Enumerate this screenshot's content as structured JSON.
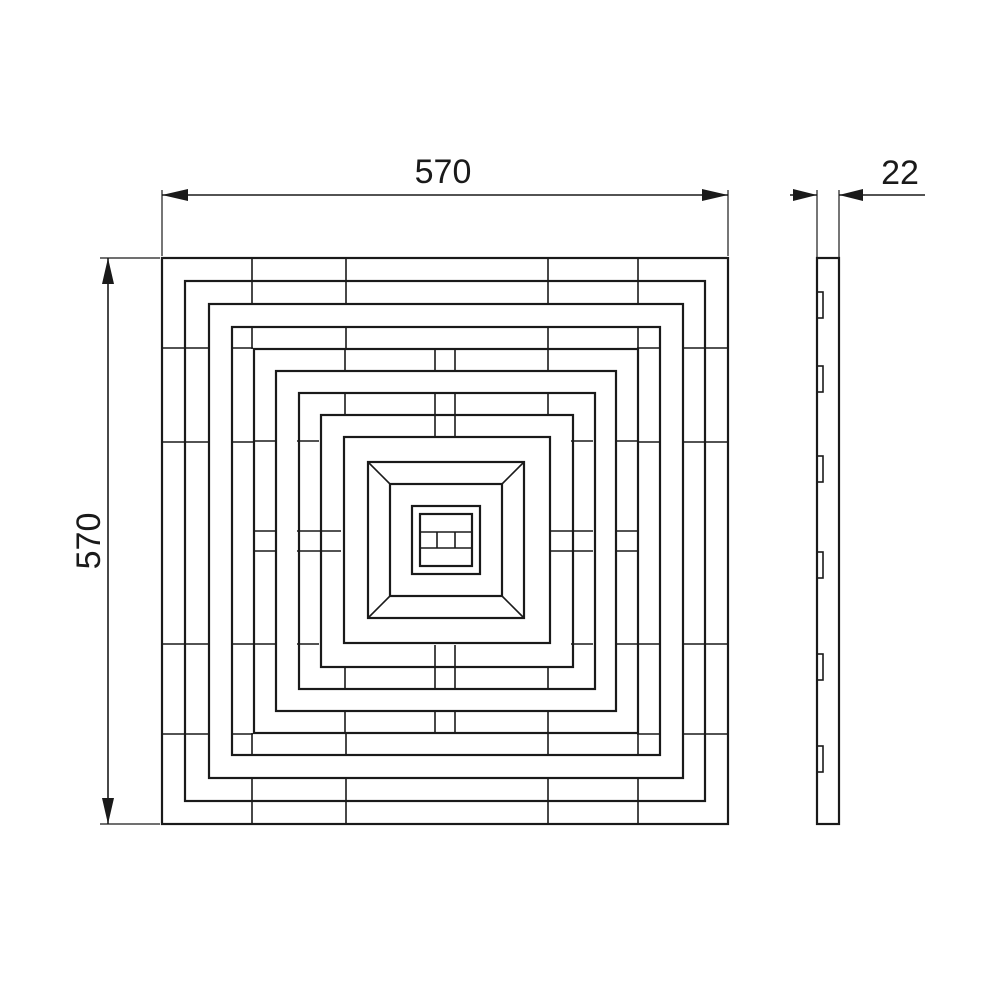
{
  "dimensions": {
    "width_label": "570",
    "height_label": "570",
    "thickness_label": "22"
  },
  "colors": {
    "line": "#1a1a1a",
    "background": "#ffffff"
  }
}
